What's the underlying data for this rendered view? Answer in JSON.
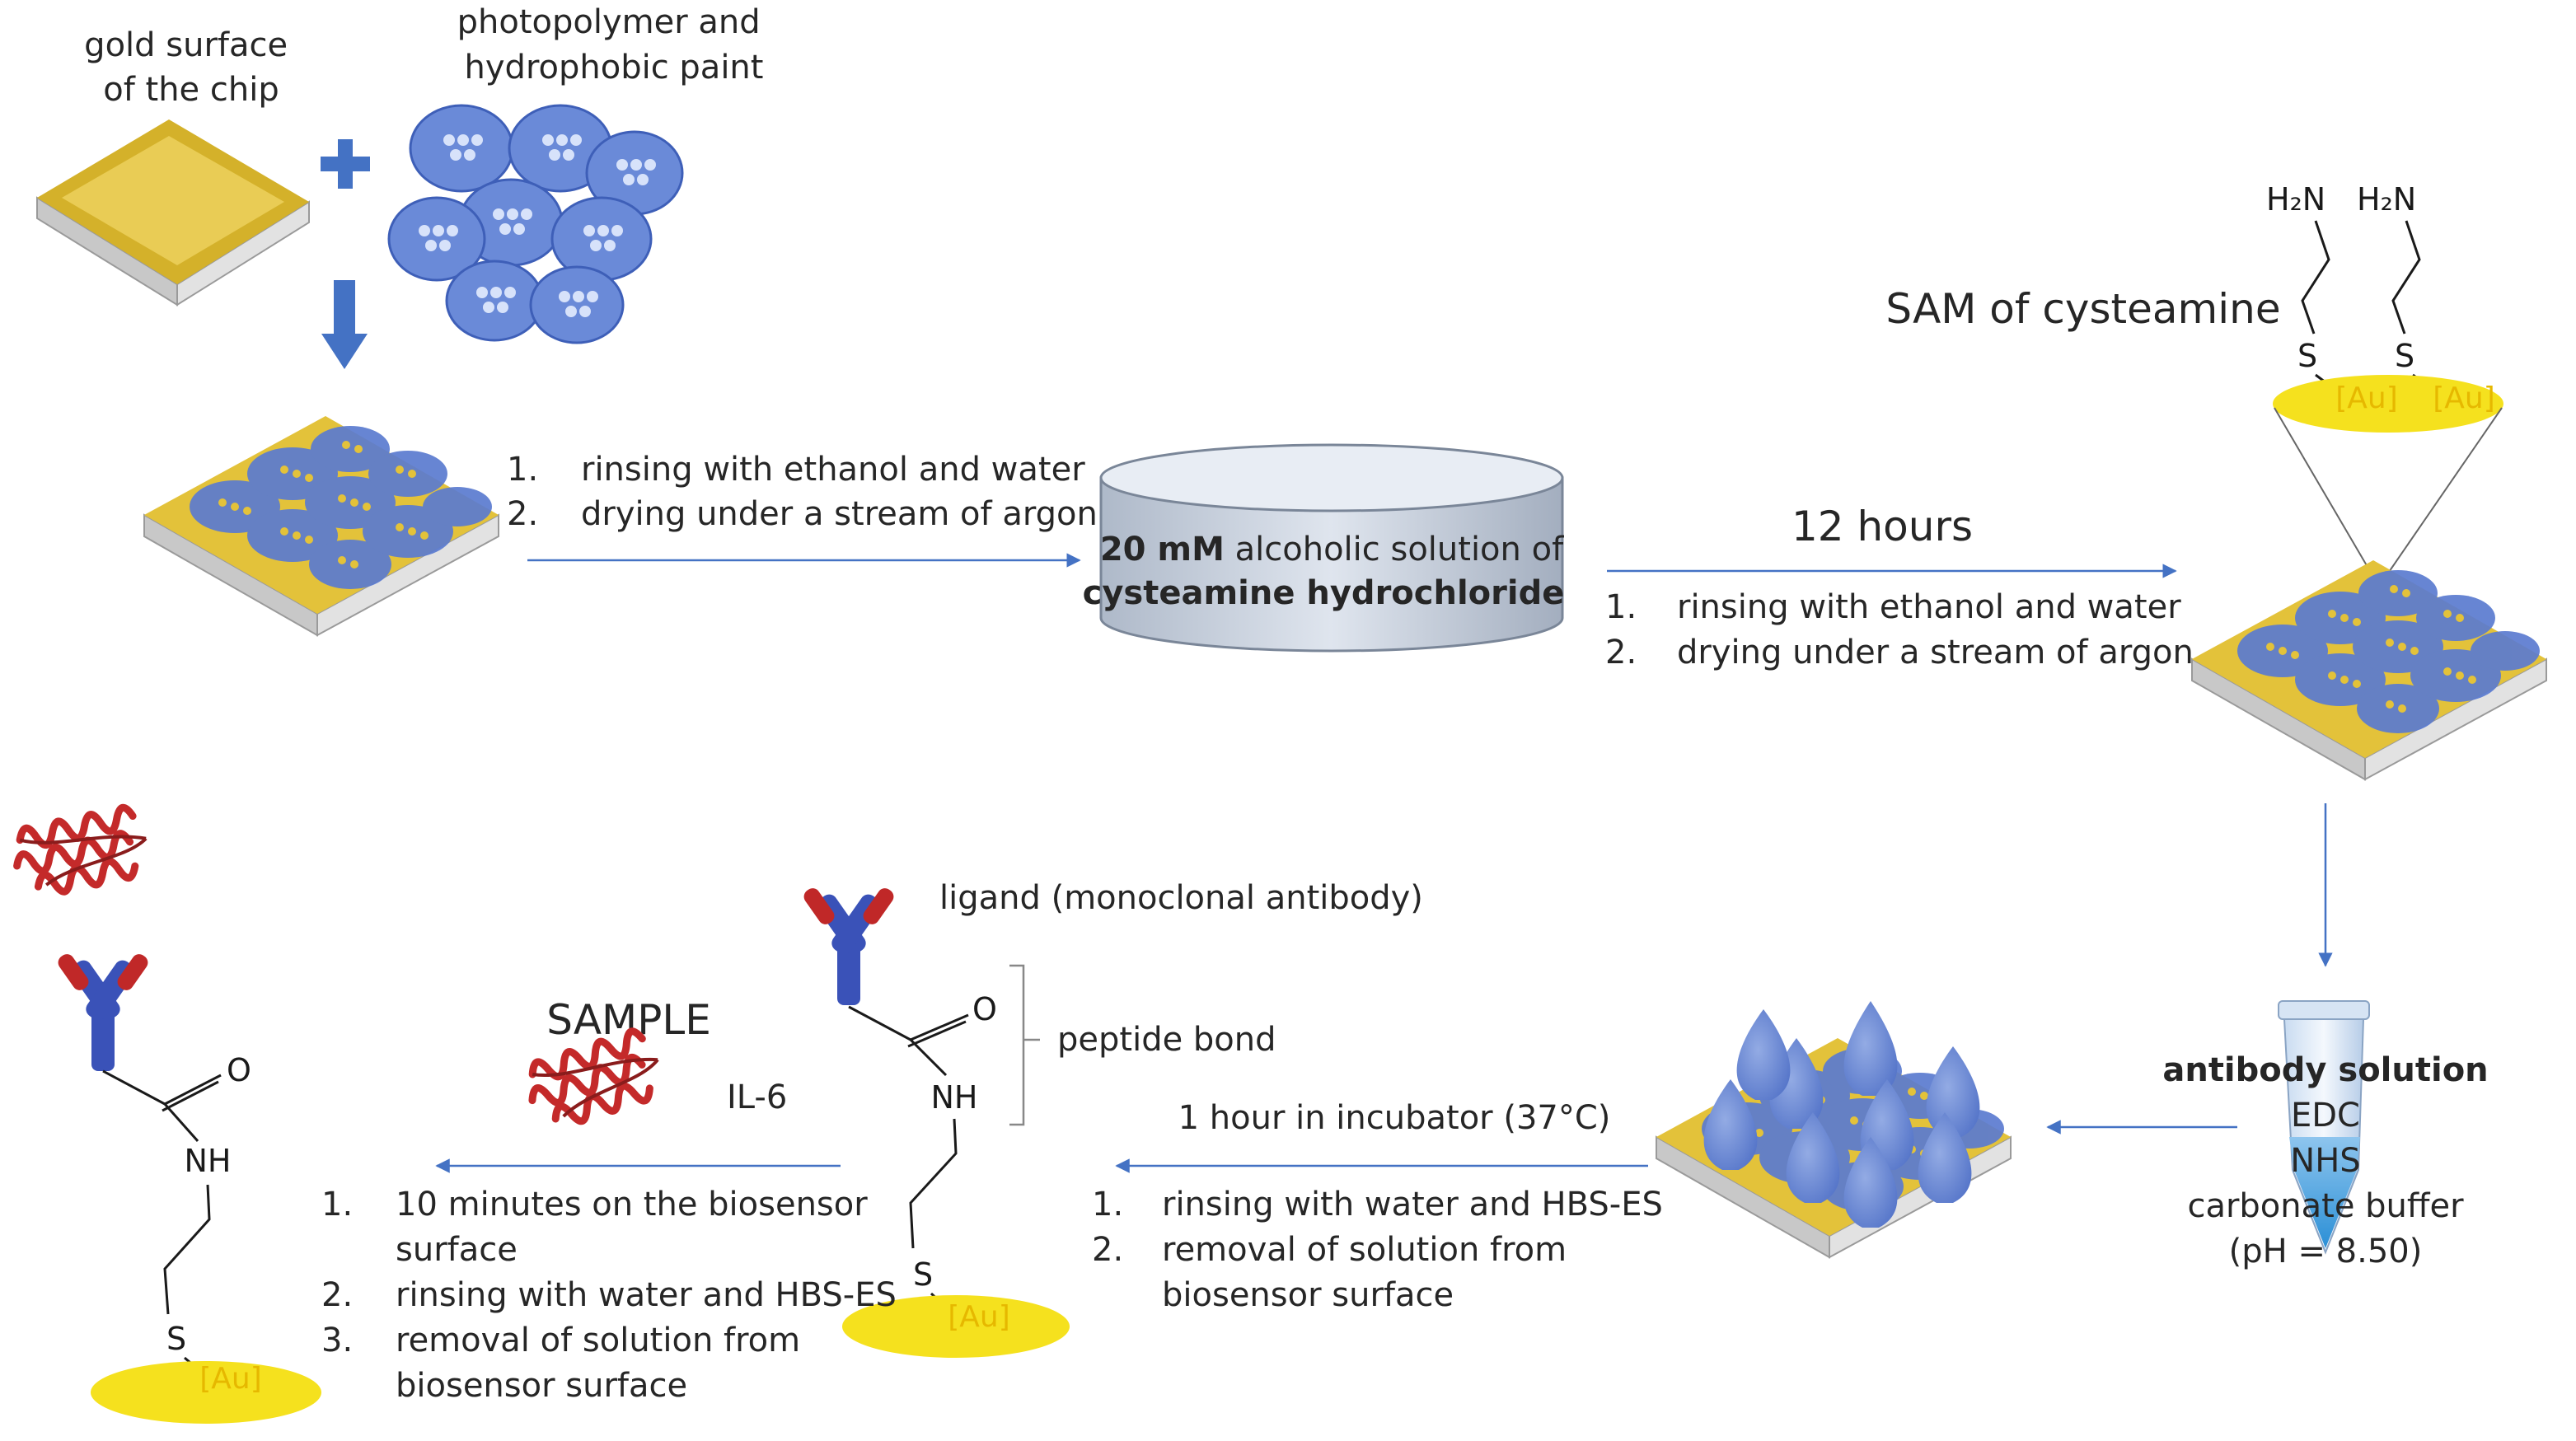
{
  "labels": {
    "gold_surface": [
      "gold surface",
      "of the chip"
    ],
    "photopolymer": [
      "photopolymer and",
      "hydrophobic paint"
    ],
    "sam": "SAM of cysteamine",
    "twelve_hours": "12 hours",
    "sample": "SAMPLE",
    "il6": "IL-6",
    "ligand": "ligand (monoclonal antibody)",
    "peptide_bond": "peptide bond",
    "incubator": "1 hour in incubator (37°C)",
    "au": "[Au]",
    "nh": "NH",
    "o": "O",
    "s": "S",
    "h2n": "H₂N"
  },
  "beaker": {
    "line1_bold": "20 mM",
    "line1_rest": " alcoholic solution of",
    "line2": "cysteamine hydrochloride"
  },
  "antibody_solution": {
    "title": "antibody solution",
    "items": [
      "EDC",
      "NHS",
      "carbonate buffer",
      "(pH = 8.50)"
    ]
  },
  "steps": {
    "rinse_argon": [
      {
        "num": "1.",
        "text": "rinsing with ethanol and water"
      },
      {
        "num": "2.",
        "text": "drying under a stream of argon"
      }
    ],
    "rinse_argon_2": [
      {
        "num": "1.",
        "text": "rinsing with ethanol and water"
      },
      {
        "num": "2.",
        "text": "drying under a stream of argon"
      }
    ],
    "hbs": [
      {
        "num": "1.",
        "text": "rinsing with water and HBS-ES"
      },
      {
        "num": "2.",
        "text": "removal of solution from",
        "text2": "biosensor surface"
      }
    ],
    "sample": [
      {
        "num": "1.",
        "text": "10 minutes on the biosensor",
        "text2": "surface"
      },
      {
        "num": "2.",
        "text": "rinsing with water and HBS-ES"
      },
      {
        "num": "3.",
        "text": "removal of solution from",
        "text2": "biosensor surface"
      }
    ]
  },
  "colors": {
    "arrow": "#4472c4",
    "gold": "#e3c23a",
    "au_text": "#e6b800",
    "pattern_blue": "#5b7bd0",
    "antibody_blue": "#3a52b8",
    "antibody_red": "#c02828"
  }
}
